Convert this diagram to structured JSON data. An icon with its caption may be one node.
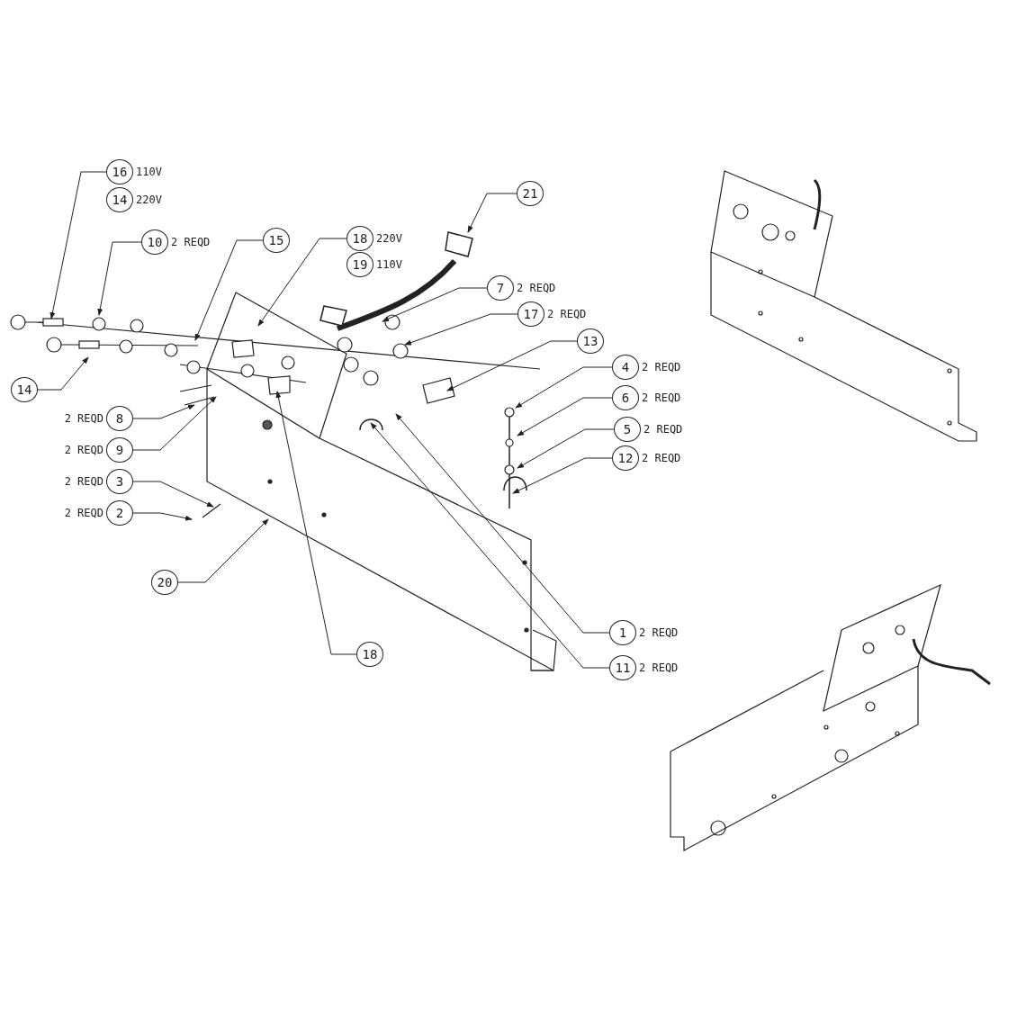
{
  "diagram": {
    "nodes": [
      {
        "text": [
          "16"
        ],
        "beside": [
          "110V"
        ]
      },
      {
        "text": [
          "14"
        ],
        "beside": [
          "220V"
        ]
      },
      {
        "text": [
          "10"
        ],
        "beside": [
          "2 REQD"
        ]
      },
      {
        "text": [
          "15"
        ]
      },
      {
        "text": [
          "18"
        ],
        "beside": [
          "220V"
        ]
      },
      {
        "text": [
          "19"
        ],
        "beside": [
          "110V"
        ]
      },
      {
        "text": [
          "21"
        ]
      },
      {
        "text": [
          "7"
        ],
        "beside": [
          "2 REQD"
        ]
      },
      {
        "text": [
          "17"
        ],
        "beside": [
          "2 REQD"
        ]
      },
      {
        "text": [
          "13"
        ]
      },
      {
        "text": [
          "4"
        ],
        "beside": [
          "2 REQD"
        ]
      },
      {
        "text": [
          "14"
        ]
      },
      {
        "text": [
          "6"
        ],
        "beside": [
          "2 REQD"
        ]
      },
      {
        "text": [
          "8"
        ],
        "beside": [
          "2 REQD"
        ]
      },
      {
        "text": [
          "5"
        ],
        "beside": [
          "2 REQD"
        ]
      },
      {
        "text": [
          "9"
        ],
        "beside": [
          "2 REQD"
        ]
      },
      {
        "text": [
          "12"
        ],
        "beside": [
          "2 REQD"
        ]
      },
      {
        "text": [
          "3"
        ],
        "beside": [
          "2 REQD"
        ]
      },
      {
        "text": [
          "2"
        ],
        "beside": [
          "2 REQD"
        ]
      },
      {
        "text": [
          "20"
        ]
      },
      {
        "text": [
          "1"
        ],
        "beside": [
          "2 REQD"
        ]
      },
      {
        "text": [
          "18"
        ]
      },
      {
        "text": [
          "11"
        ],
        "beside": [
          "2 REQD"
        ]
      }
    ],
    "edges": [
      {
        "from": 0,
        "to": null,
        "arrow": "to"
      },
      {
        "from": 2,
        "to": null,
        "arrow": "to"
      },
      {
        "from": 3,
        "to": null,
        "arrow": "to"
      },
      {
        "from": 4,
        "to": null,
        "arrow": "to"
      },
      {
        "from": 6,
        "to": null,
        "arrow": "to"
      },
      {
        "from": 7,
        "to": null,
        "arrow": "to"
      },
      {
        "from": 8,
        "to": null,
        "arrow": "to"
      },
      {
        "from": 9,
        "to": null,
        "arrow": "to"
      },
      {
        "from": 10,
        "to": null,
        "arrow": "to"
      },
      {
        "from": 11,
        "to": null,
        "arrow": "to"
      },
      {
        "from": 12,
        "to": null,
        "arrow": "to"
      },
      {
        "from": 13,
        "to": null,
        "arrow": "to"
      },
      {
        "from": 14,
        "to": null,
        "arrow": "to"
      },
      {
        "from": 15,
        "to": null,
        "arrow": "to"
      },
      {
        "from": 16,
        "to": null,
        "arrow": "to"
      },
      {
        "from": 17,
        "to": null,
        "arrow": "to"
      },
      {
        "from": 18,
        "to": null,
        "arrow": "to"
      },
      {
        "from": 19,
        "to": null,
        "arrow": "to"
      },
      {
        "from": 20,
        "to": null,
        "arrow": "to"
      },
      {
        "from": 21,
        "to": null,
        "arrow": "to"
      },
      {
        "from": 22,
        "to": null,
        "arrow": "to"
      }
    ]
  }
}
